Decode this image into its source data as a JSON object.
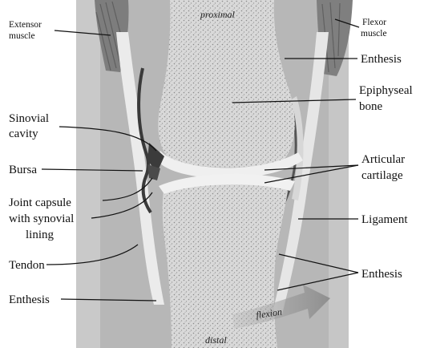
{
  "labels": {
    "extensor": [
      "Extensor",
      "muscle"
    ],
    "flexor": [
      "Flexor",
      "muscle"
    ],
    "proximal": "proximal",
    "distal": "distal",
    "flexion": "flexion",
    "enthesis_top": "Enthesis",
    "epiphyseal": [
      "Epiphyseal",
      "bone"
    ],
    "sinovial": [
      "Sinovial",
      "cavity"
    ],
    "bursa": "Bursa",
    "articular": [
      "Articular",
      "cartilage"
    ],
    "capsule": [
      "Joint capsule",
      "with synovial",
      "lining"
    ],
    "ligament": "Ligament",
    "tendon": "Tendon",
    "enthesis_right": "Enthesis",
    "enthesis_left": "Enthesis"
  }
}
